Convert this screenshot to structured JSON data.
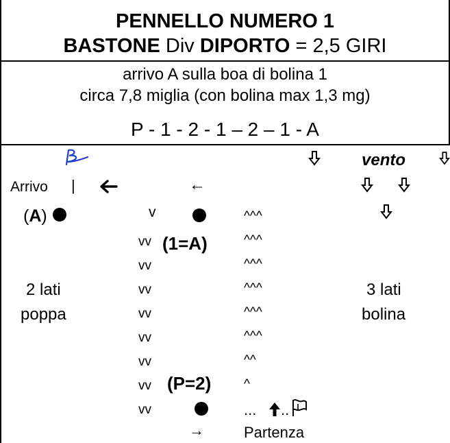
{
  "header": {
    "title": "PENNELLO NUMERO  1",
    "subtitle_bold1": "BASTONE",
    "subtitle_plain1": " Div ",
    "subtitle_bold2": "DIPORTO",
    "subtitle_plain2": " = 2,5 GIRI"
  },
  "info": {
    "line1": "arrivo A sulla  boa di bolina 1",
    "line2": "circa 7,8  miglia (con bolina max 1,3 mg)",
    "sequence": "P - 1 - 2 - 1 – 2 – 1 - A"
  },
  "diagram": {
    "vento_label": "vento",
    "arrivo_label": "Arrivo",
    "arrivo_bar": "|",
    "arrow_left_small": "←",
    "a_open": "(",
    "a_letter": "A",
    "a_close": ")",
    "mark1_label": "(1=A)",
    "markP_label": "(P=2)",
    "lati_poppa_1": "2 lati",
    "lati_poppa_2": "poppa",
    "lati_bolina_1": "3 lati",
    "lati_bolina_2": "bolina",
    "down_col_top": "v",
    "down_col": [
      "vv",
      "vv",
      "vv",
      "vv",
      "vv",
      "vv",
      "vv",
      "vv"
    ],
    "up_col": [
      "^^^",
      "^^^",
      "^^^",
      "^^^",
      "^^^",
      "^^^",
      "^^",
      "^"
    ],
    "dots_left": "...",
    "dots_right": "..",
    "arrow_right": "→",
    "partenza_label": "Partenza"
  },
  "colors": {
    "signature": "#1e3fd0",
    "ink": "#000000"
  }
}
